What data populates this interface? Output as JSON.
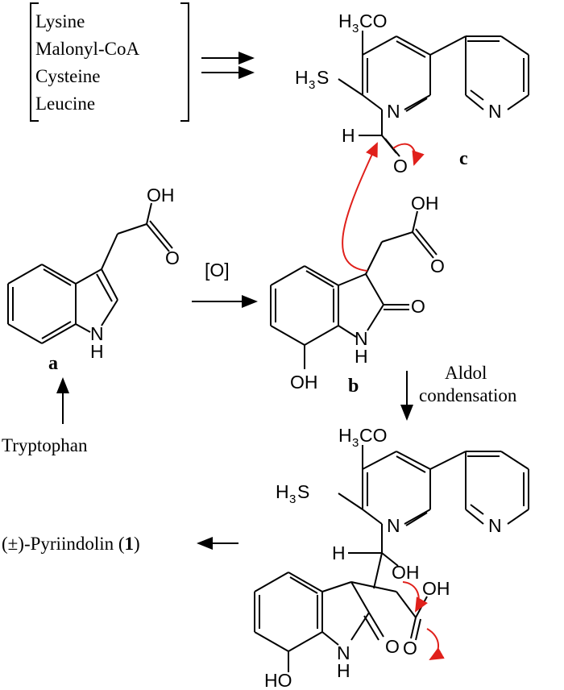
{
  "precursors": [
    "Lysine",
    "Malonyl-CoA",
    "Cysteine",
    "Leucine"
  ],
  "compound_labels": {
    "a": "a",
    "b": "b",
    "c": "c"
  },
  "reagents": {
    "oxidation": "[O]",
    "aldol_line1": "Aldol",
    "aldol_line2": "condensation"
  },
  "start_material": "Tryptophan",
  "product": {
    "prefix": "(±)-Pyriindolin (",
    "number": "1",
    "suffix": ")"
  },
  "atoms": {
    "OH": "OH",
    "O": "O",
    "N": "N",
    "H": "H",
    "HO": "HO",
    "methoxy_H": "H",
    "methoxy_sub": "3",
    "methoxy_tail": "CO",
    "thiomethyl_H": "H",
    "thiomethyl_sub": "3",
    "thiomethyl_tail": "S"
  },
  "colors": {
    "ink": "#000000",
    "mechanism_arrow": "#e0201b"
  }
}
